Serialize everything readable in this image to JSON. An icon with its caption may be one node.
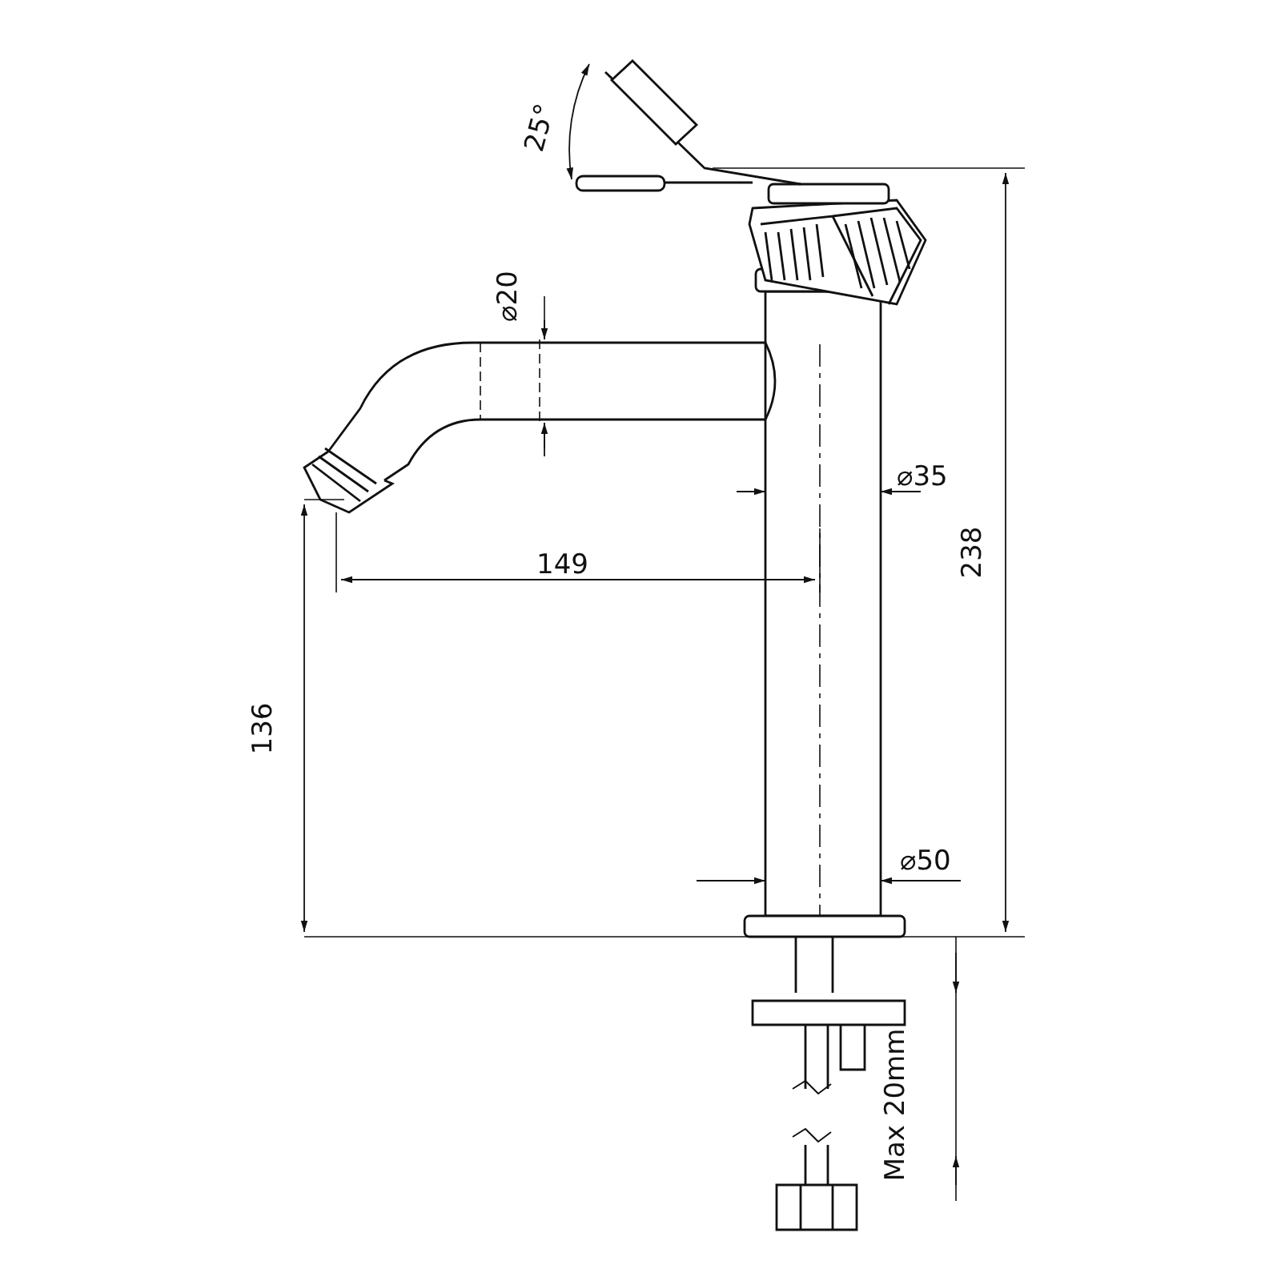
{
  "diagram": {
    "labels": [
      "25°",
      "⌀20",
      "⌀35",
      "238",
      "149",
      "136",
      "⌀50",
      "Max 20mm"
    ]
  }
}
